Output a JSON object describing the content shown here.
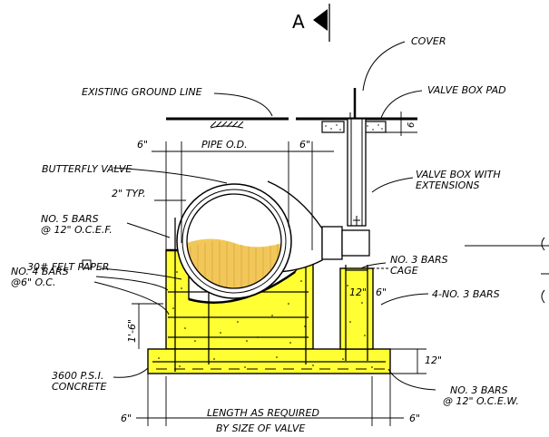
{
  "section_marker": "A",
  "labels": {
    "cover": "COVER",
    "existing_ground_line": "EXISTING GROUND LINE",
    "valve_box_pad": "VALVE BOX PAD",
    "pad_depth": "6",
    "left_offset": "6\"",
    "pipe_od": "PIPE O.D.",
    "right_offset": "6\"",
    "butterfly_valve": "BUTTERFLY VALVE",
    "valve_box_with_1": "VALVE BOX WITH",
    "valve_box_with_2": "EXTENSIONS",
    "two_in_typ": "2\" TYP.",
    "no5_bars_1": "NO. 5 BARS",
    "no5_bars_2": "@ 12\" O.C.E.F.",
    "felt_paper": "30# FELT PAPER",
    "no3_cage_1": "NO. 3 BARS",
    "no3_cage_2": "CAGE",
    "no4_bars_1": "NO. 4 BARS",
    "no4_bars_2": "@6\" O.C.",
    "cage_12": "12\"",
    "cage_6": "6\"",
    "four_no3": "4-NO. 3 BARS",
    "height_1_6": "1'-6\"",
    "base_12": "12\"",
    "concrete_1": "3600 P.S.I.",
    "concrete_2": "CONCRETE",
    "no3_ocew_1": "NO. 3 BARS",
    "no3_ocew_2": "@ 12\" O.C.E.W.",
    "bottom_left_6": "6\"",
    "length_1": "LENGTH AS REQUIRED",
    "length_2": "BY SIZE OF VALVE",
    "bottom_right_6": "6\""
  },
  "colors": {
    "concrete_fill": "#ffff33",
    "water_fill": "#f2c75a",
    "ink": "#000000"
  }
}
